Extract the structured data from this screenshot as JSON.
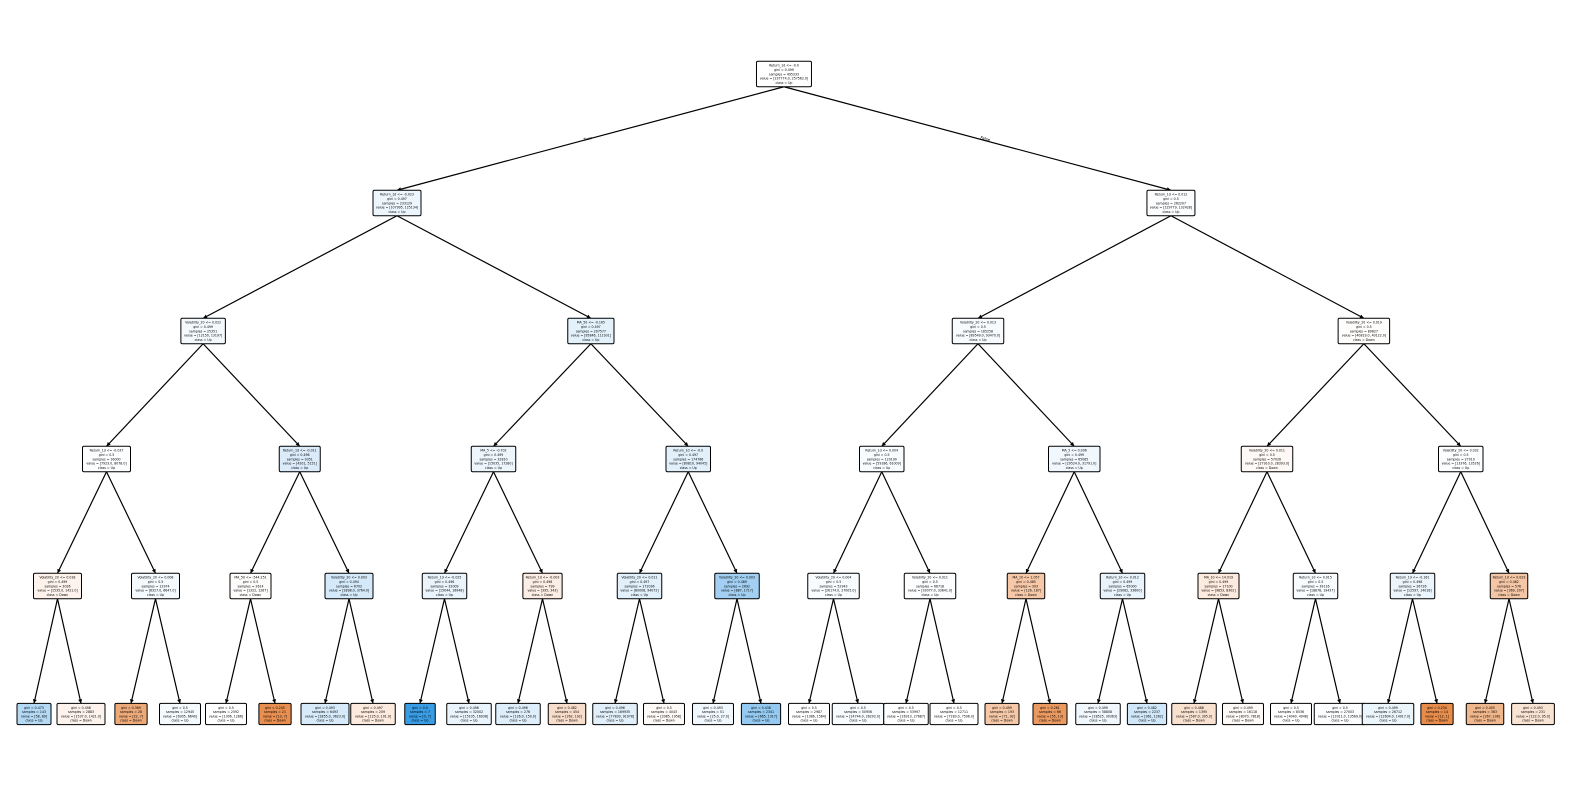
{
  "edge_labels": {
    "left": "True",
    "right": "False"
  },
  "nodes": [
    {
      "id": 0,
      "lines": [
        "Return_1d <= -0.0",
        "gini = 0.499",
        "samples = 495333",
        "value = [237774.0, 257562.0]",
        "class = Up"
      ],
      "color": "#ffffff"
    },
    {
      "id": 1,
      "lines": [
        "Return_1d <= -0.023",
        "gini = 0.497",
        "samples = 233129",
        "value = [107995, 125134]",
        "class = Up"
      ],
      "color": "#eef6fd"
    },
    {
      "id": 2,
      "lines": [
        "Return_1d <= 0.012",
        "gini = 0.5",
        "samples = 262207",
        "value = [129779, 132428]",
        "class = Up"
      ],
      "color": "#fcfdff"
    },
    {
      "id": 3,
      "lines": [
        "Volatility_20 <= 0.022",
        "gini = 0.499",
        "samples = 25351",
        "value = [12150, 13197]",
        "class = Up"
      ],
      "color": "#f4f9fe"
    },
    {
      "id": 4,
      "lines": [
        "MA_50 <= -0.165",
        "gini = 0.497",
        "samples = 207577",
        "value = [95846, 111931]",
        "class = Up"
      ],
      "color": "#e3f1fb"
    },
    {
      "id": 5,
      "lines": [
        "Volatility_20 <= 0.013",
        "gini = 0.5",
        "samples = 185258",
        "value = [89549.0, 93470.0]",
        "class = Up"
      ],
      "color": "#f8fbfe"
    },
    {
      "id": 6,
      "lines": [
        "Volatility_20 <= 0.019",
        "gini = 0.5",
        "samples = 80827",
        "value = [40819.0, 40122.0]",
        "class = Down"
      ],
      "color": "#fffdfc"
    },
    {
      "id": 7,
      "lines": [
        "Return_1d <= -0.037",
        "gini = 0.5",
        "samples = 16000",
        "value = [7923.0, 8078.0]",
        "class = Up"
      ],
      "color": "#fdfeff"
    },
    {
      "id": 8,
      "lines": [
        "Return_1d <= -0.011",
        "gini = 0.496",
        "samples = 9351",
        "value = [4201, 5151]",
        "class = Up"
      ],
      "color": "#dbebfa"
    },
    {
      "id": 9,
      "lines": [
        "MA_5 <= -0.702",
        "gini = 0.499",
        "samples = 32810",
        "value = [15035, 17280]",
        "class = Up"
      ],
      "color": "#eef6fd"
    },
    {
      "id": 10,
      "lines": [
        "Return_1d <= -0.0",
        "gini = 0.497",
        "samples = 174766",
        "value = [80810, 94045]",
        "class = Up"
      ],
      "color": "#e2f0fb"
    },
    {
      "id": 11,
      "lines": [
        "Return_1d <= 0.004",
        "gini = 0.5",
        "samples = 120190",
        "value = [59186, 61009]",
        "class = Up"
      ],
      "color": "#f9fcfe"
    },
    {
      "id": 12,
      "lines": [
        "MA_5 <= 0.006",
        "gini = 0.499",
        "samples = 65065",
        "value = [29524.0, 31791.0]",
        "class = Up"
      ],
      "color": "#f1f8fd"
    },
    {
      "id": 13,
      "lines": [
        "Volatility_20 <= 0.011",
        "gini = 0.5",
        "samples = 57026",
        "value = [27910.0, 28393.0]",
        "class = Down"
      ],
      "color": "#fef9f6"
    },
    {
      "id": 14,
      "lines": [
        "Volatility_20 <= 0.032",
        "gini = 0.5",
        "samples = 27010",
        "value = [13376, 13526]",
        "class = Up"
      ],
      "color": "#fdfeff"
    },
    {
      "id": 15,
      "lines": [
        "Volatility_20 <= 0.018",
        "gini = 0.499",
        "samples = 3026",
        "value = [1535.0, 1421.0]",
        "class = Down"
      ],
      "color": "#fdf3ec"
    },
    {
      "id": 16,
      "lines": [
        "Volatility_20 <= 0.008",
        "gini = 0.5",
        "samples = 12974",
        "value = [6327.0, 6647.0]",
        "class = Up"
      ],
      "color": "#f5fafe"
    },
    {
      "id": 17,
      "lines": [
        "MA_50 <= -544.251",
        "gini = 0.5",
        "samples = 2614",
        "value = [1322, 1267]",
        "class = Down"
      ],
      "color": "#fefcfb"
    },
    {
      "id": 18,
      "lines": [
        "Volatility_20 <= 0.003",
        "gini = 0.494",
        "samples = 6702",
        "value = [2898.0, 3764.0]",
        "class = Up"
      ],
      "color": "#d4e9f9"
    },
    {
      "id": 19,
      "lines": [
        "Return_1d <= -0.025",
        "gini = 0.496",
        "samples = 32009",
        "value = [15044, 16948]",
        "class = Up"
      ],
      "color": "#eaf4fc"
    },
    {
      "id": 20,
      "lines": [
        "Return_1d <= -0.003",
        "gini = 0.498",
        "samples = 799",
        "value = [395, 343]",
        "class = Down"
      ],
      "color": "#fceee5"
    },
    {
      "id": 21,
      "lines": [
        "Volatility_20 <= 0.011",
        "gini = 0.497",
        "samples = 172036",
        "value = [80008, 94072]",
        "class = Up"
      ],
      "color": "#e2f0fb"
    },
    {
      "id": 22,
      "lines": [
        "Volatility_20 <= 0.003",
        "gini = 0.489",
        "samples = 2692",
        "value = [887, 1717]",
        "class = Up"
      ],
      "color": "#a3d0f2"
    },
    {
      "id": 23,
      "lines": [
        "Volatility_20 <= 0.004",
        "gini = 0.5",
        "samples = 52943",
        "value = [26174.0, 27005.0]",
        "class = Up"
      ],
      "color": "#f9fcfe"
    },
    {
      "id": 24,
      "lines": [
        "Volatility_20 <= 0.011",
        "gini = 0.5",
        "samples = 66718",
        "value = [33077.0, 33641.0]",
        "class = Up"
      ],
      "color": "#fcfdff"
    },
    {
      "id": 25,
      "lines": [
        "MA_10 <= 1.057",
        "gini = 0.485",
        "samples = 303",
        "value = [126, 187]",
        "class = Down"
      ],
      "color": "#f6c8a7"
    },
    {
      "id": 26,
      "lines": [
        "Return_1d <= 0.012",
        "gini = 0.499",
        "samples = 65000",
        "value = [29082, 33600]",
        "class = Up"
      ],
      "color": "#e8f3fc"
    },
    {
      "id": 27,
      "lines": [
        "MA_10 <= 14.019",
        "gini = 0.499",
        "samples = 17100",
        "value = [9853, 8302]",
        "class = Down"
      ],
      "color": "#fcebde"
    },
    {
      "id": 28,
      "lines": [
        "Return_1d <= 0.015",
        "gini = 0.5",
        "samples = 39116",
        "value = [18878, 19437]",
        "class = Up"
      ],
      "color": "#f9fcfe"
    },
    {
      "id": 29,
      "lines": [
        "Return_1d <= -0.161",
        "gini = 0.498",
        "samples = 26726",
        "value = [12597, 14018]",
        "class = Up"
      ],
      "color": "#ecf5fc"
    },
    {
      "id": 30,
      "lines": [
        "Return_1d <= 0.029",
        "gini = 0.482",
        "samples = 576",
        "value = [369, 207]",
        "class = Down"
      ],
      "color": "#f4c6a5"
    },
    {
      "id": 31,
      "lines": [
        "gini = 0.473",
        "samples = 143",
        "value = [58, 89]",
        "class = Up"
      ],
      "color": "#b3d9f5"
    },
    {
      "id": 32,
      "lines": [
        "gini = 0.498",
        "samples = 2883",
        "value = [1537.0, 1421.0]",
        "class = Down"
      ],
      "color": "#fdf3ec"
    },
    {
      "id": 33,
      "lines": [
        "gini = 0.369",
        "samples = 28",
        "value = [22, 7]",
        "class = Down"
      ],
      "color": "#eda978"
    },
    {
      "id": 34,
      "lines": [
        "gini = 0.5",
        "samples = 12945",
        "value = [6305, 6640]",
        "class = Up"
      ],
      "color": "#f5fafe"
    },
    {
      "id": 35,
      "lines": [
        "gini = 0.5",
        "samples = 2592",
        "value = [1306, 1286]",
        "class = Up"
      ],
      "color": "#ffffff"
    },
    {
      "id": 36,
      "lines": [
        "gini = 0.245",
        "samples = 21",
        "value = [13, 7]",
        "class = Down"
      ],
      "color": "#e88f4f"
    },
    {
      "id": 37,
      "lines": [
        "gini = 0.493",
        "samples = 6493",
        "value = [2855.0, 3623.0]",
        "class = Up"
      ],
      "color": "#d6eaf9"
    },
    {
      "id": 38,
      "lines": [
        "gini = 0.497",
        "samples = 209",
        "value = [125.0, 101.0]",
        "class = Down"
      ],
      "color": "#fbeadd"
    },
    {
      "id": 39,
      "lines": [
        "gini = 0.0",
        "samples = 7",
        "value = [0, 7]",
        "class = Up"
      ],
      "color": "#399de5"
    },
    {
      "id": 40,
      "lines": [
        "gini = 0.496",
        "samples = 32002",
        "value = [15105, 16938]",
        "class = Up"
      ],
      "color": "#eaf4fc"
    },
    {
      "id": 41,
      "lines": [
        "gini = 0.496",
        "samples = 276",
        "value = [126.0, 150.0]",
        "class = Up"
      ],
      "color": "#deeefb"
    },
    {
      "id": 42,
      "lines": [
        "gini = 0.482",
        "samples = 454",
        "value = [262, 192]",
        "class = Down"
      ],
      "color": "#f8ddca"
    },
    {
      "id": 43,
      "lines": [
        "gini = 0.496",
        "samples = 169935",
        "value = [77830, 91978]",
        "class = Up"
      ],
      "color": "#e1effb"
    },
    {
      "id": 44,
      "lines": [
        "gini = 0.5",
        "samples = 4043",
        "value = [2085, 1958]",
        "class = Down"
      ],
      "color": "#fefaf7"
    },
    {
      "id": 45,
      "lines": [
        "gini = 0.493",
        "samples = 51",
        "value = [25.0, 27.0]",
        "class = Up"
      ],
      "color": "#f0f7fd"
    },
    {
      "id": 46,
      "lines": [
        "gini = 0.438",
        "samples = 2341",
        "value = [665, 1317]",
        "class = Up"
      ],
      "color": "#94caf1"
    },
    {
      "id": 47,
      "lines": [
        "gini = 0.5",
        "samples = 2987",
        "value = [1386, 1564]",
        "class = Up"
      ],
      "color": "#ffffff"
    },
    {
      "id": 48,
      "lines": [
        "gini = 0.5",
        "samples = 50956",
        "value = [24744.0, 26202.0]",
        "class = Up"
      ],
      "color": "#f8fbfe"
    },
    {
      "id": 49,
      "lines": [
        "gini = 0.5",
        "samples = 53997",
        "value = [26313, 27687]",
        "class = Up"
      ],
      "color": "#ffffff"
    },
    {
      "id": 50,
      "lines": [
        "gini = 0.5",
        "samples = 12711",
        "value = [7283.0, 7596.0]",
        "class = Up"
      ],
      "color": "#ffffff"
    },
    {
      "id": 51,
      "lines": [
        "gini = 0.499",
        "samples = 193",
        "value = [71, 92]",
        "class = Down"
      ],
      "color": "#f6c8a7"
    },
    {
      "id": 52,
      "lines": [
        "gini = 0.261",
        "samples = 66",
        "value = [55, 13]",
        "class = Down"
      ],
      "color": "#ea9a61"
    },
    {
      "id": 53,
      "lines": [
        "gini = 0.499",
        "samples = 58808",
        "value = [28525, 30363]",
        "class = Up"
      ],
      "color": "#f1f8fd"
    },
    {
      "id": 54,
      "lines": [
        "gini = 0.482",
        "samples = 2237",
        "value = [961, 1262]",
        "class = Up"
      ],
      "color": "#cfe7f9"
    },
    {
      "id": 55,
      "lines": [
        "gini = 0.488",
        "samples = 1395",
        "value = [587.0, 305.0]",
        "class = Down"
      ],
      "color": "#f9e1d0"
    },
    {
      "id": 56,
      "lines": [
        "gini = 0.499",
        "samples = 16118",
        "value = [8070, 7818]",
        "class = Down"
      ],
      "color": "#fefaf7"
    },
    {
      "id": 57,
      "lines": [
        "gini = 0.5",
        "samples = 8536",
        "value = [4040, 4048]",
        "class = Up"
      ],
      "color": "#ffffff"
    },
    {
      "id": 58,
      "lines": [
        "gini = 0.5",
        "samples = 27003",
        "value = [13311.0, 13569.0]",
        "class = Up"
      ],
      "color": "#fcfdff"
    },
    {
      "id": 59,
      "lines": [
        "gini = 0.499",
        "samples = 26712",
        "value = [12604.0, 14017.0]",
        "class = Up"
      ],
      "color": "#ebf5fc"
    },
    {
      "id": 60,
      "lines": [
        "gini = 0.234",
        "samples = 14",
        "value = [12, 1]",
        "class = Down"
      ],
      "color": "#e78c4b"
    },
    {
      "id": 61,
      "lines": [
        "gini = 0.405",
        "samples = 363",
        "value = [267, 106]",
        "class = Down"
      ],
      "color": "#f0b68c"
    },
    {
      "id": 62,
      "lines": [
        "gini = 0.493",
        "samples = 231",
        "value = [122.0, 95.0]",
        "class = Down"
      ],
      "color": "#f9e3d3"
    }
  ]
}
